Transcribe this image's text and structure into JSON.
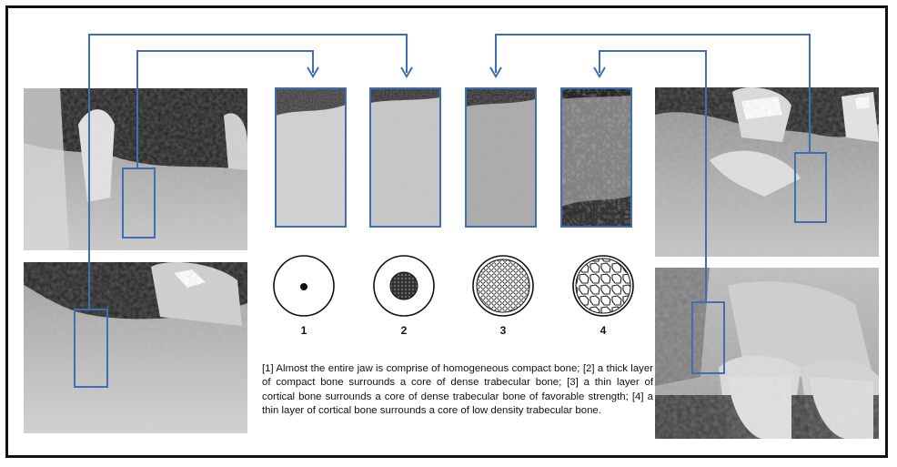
{
  "figure": {
    "diagram_numbers": [
      "1",
      "2",
      "3",
      "4"
    ],
    "caption": "[1] Almost the entire jaw is comprise of homogeneous compact bone; [2] a thick layer of compact bone surrounds a core of dense trabecular bone; [3] a thin layer of cortical bone surrounds a core of dense trabecular bone of favorable strength; [4] a thin layer of cortical bone surrounds a core of low density trabecular bone."
  },
  "colors": {
    "connector": "#3e6fb0",
    "frame": "#111111"
  }
}
